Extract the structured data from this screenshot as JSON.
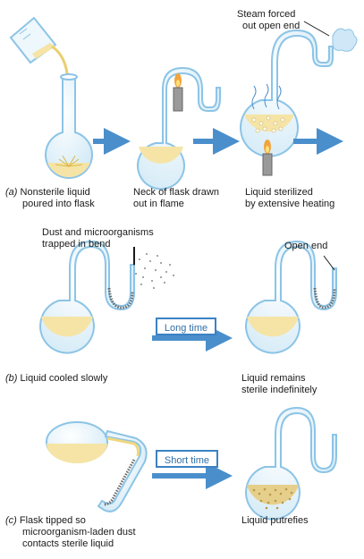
{
  "colors": {
    "glass": "#8cc4e6",
    "glass_fill": "#e8f4fb",
    "liquid": "#f5e4a6",
    "liquid_dark": "#d9c27a",
    "arrow": "#4a8fcc",
    "steam": "#8cc4e6",
    "dust": "#7a7a7a"
  },
  "row_a": {
    "tag": "(a)",
    "step1": [
      "Nonsterile liquid",
      "poured into flask"
    ],
    "step2": [
      "Neck of flask drawn",
      "out in flame"
    ],
    "step3": [
      "Liquid sterilized",
      "by extensive heating"
    ],
    "steam_note": [
      "Steam forced",
      "out open end"
    ]
  },
  "row_b": {
    "tag": "(b)",
    "dust_note": [
      "Dust and microorganisms",
      "trapped in bend"
    ],
    "open_end": "Open end",
    "time_label": "Long time",
    "left_caption": "Liquid cooled slowly",
    "right_caption": [
      "Liquid remains",
      "sterile indefinitely"
    ]
  },
  "row_c": {
    "tag": "(c)",
    "time_label": "Short time",
    "left_caption": [
      "Flask tipped so",
      "microorganism-laden dust",
      "contacts sterile liquid"
    ],
    "right_caption": "Liquid putrefies"
  }
}
